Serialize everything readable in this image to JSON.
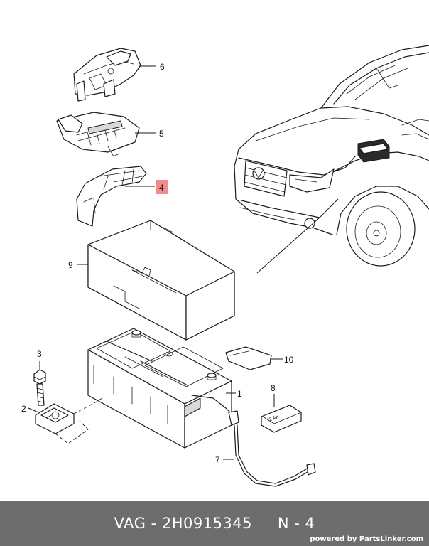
{
  "diagram": {
    "callouts": {
      "c1": "1",
      "c2": "2",
      "c3": "3",
      "c4": "4",
      "c5": "5",
      "c6": "6",
      "c7": "7",
      "c8": "8",
      "c9": "9",
      "c10": "10"
    },
    "highlight_color": "#f28b8b",
    "label_tag_text": "72 Ah"
  },
  "footer": {
    "brand": "VAG",
    "separator": " - ",
    "part_number": "2H0915345",
    "callout_ref": "N - 4",
    "powered_by": "powered by PartsLinker.com",
    "background_color": "#6d6d6d"
  }
}
